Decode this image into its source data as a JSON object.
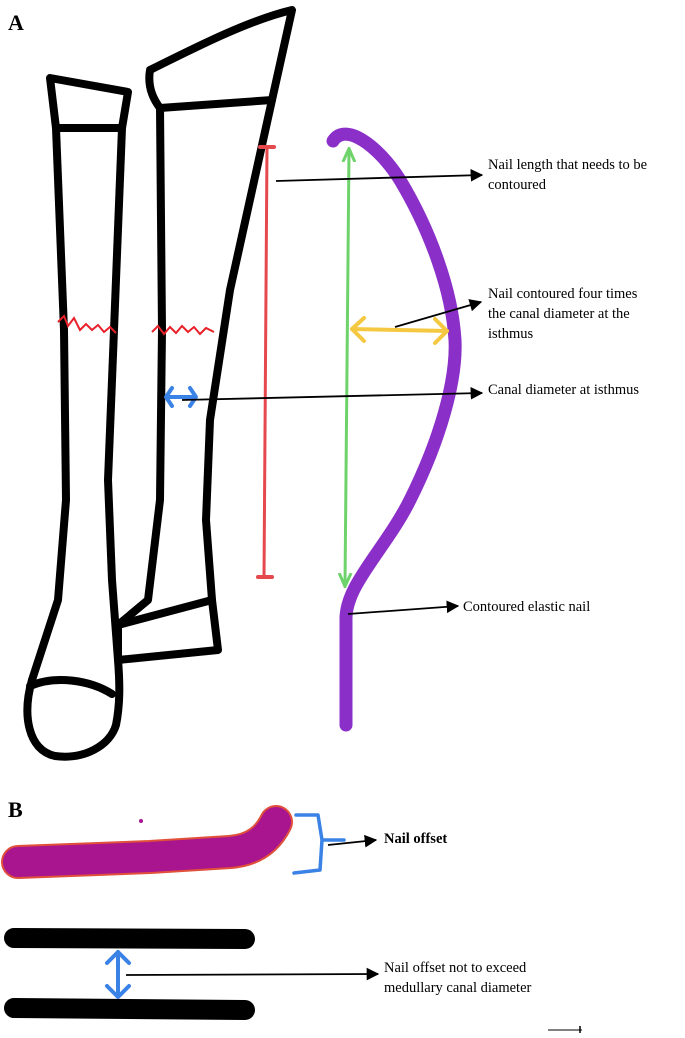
{
  "panels": {
    "a_label": "A",
    "b_label": "B"
  },
  "annotations": {
    "nail_length_line1": "Nail length that needs to be",
    "nail_length_line2": "contoured",
    "contour_line1": "Nail contoured four times",
    "contour_line2": "the canal diameter at the",
    "contour_line3": "isthmus",
    "canal_diameter": "Canal diameter at isthmus",
    "contoured_nail": "Contoured elastic nail",
    "nail_offset": "Nail offset",
    "offset_limit_line1": "Nail offset not to exceed",
    "offset_limit_line2": "medullary canal diameter"
  },
  "colors": {
    "bone_outline": "#000000",
    "fracture_line": "#e8202a",
    "canal_diameter_arrow": "#3b82e6",
    "nail_length_bar": "#e5484d",
    "chord_line": "#6fd36b",
    "contour_arrow": "#f5c842",
    "nail": "#8b2fc9",
    "nail_b": "#a8158f",
    "nail_b_edge": "#e0503a",
    "offset_bracket": "#3b82e6"
  }
}
